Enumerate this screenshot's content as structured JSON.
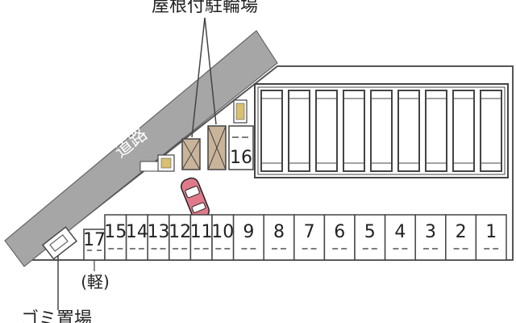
{
  "labels": {
    "bike_parking": "屋根付駐輪場",
    "road": "道路",
    "kei_note": "(軽)",
    "garbage": "ゴミ置場"
  },
  "spaces": [
    "15",
    "14",
    "13",
    "12",
    "11",
    "10",
    "9",
    "8",
    "7",
    "6",
    "5",
    "4",
    "3",
    "2",
    "1"
  ],
  "space_17": "17",
  "space_16": "16",
  "colors": {
    "road": "#a6a6a6",
    "outline": "#444444",
    "bike_box": "#c9b49a",
    "car": "#e07a8a",
    "meter": "#d8c070"
  }
}
